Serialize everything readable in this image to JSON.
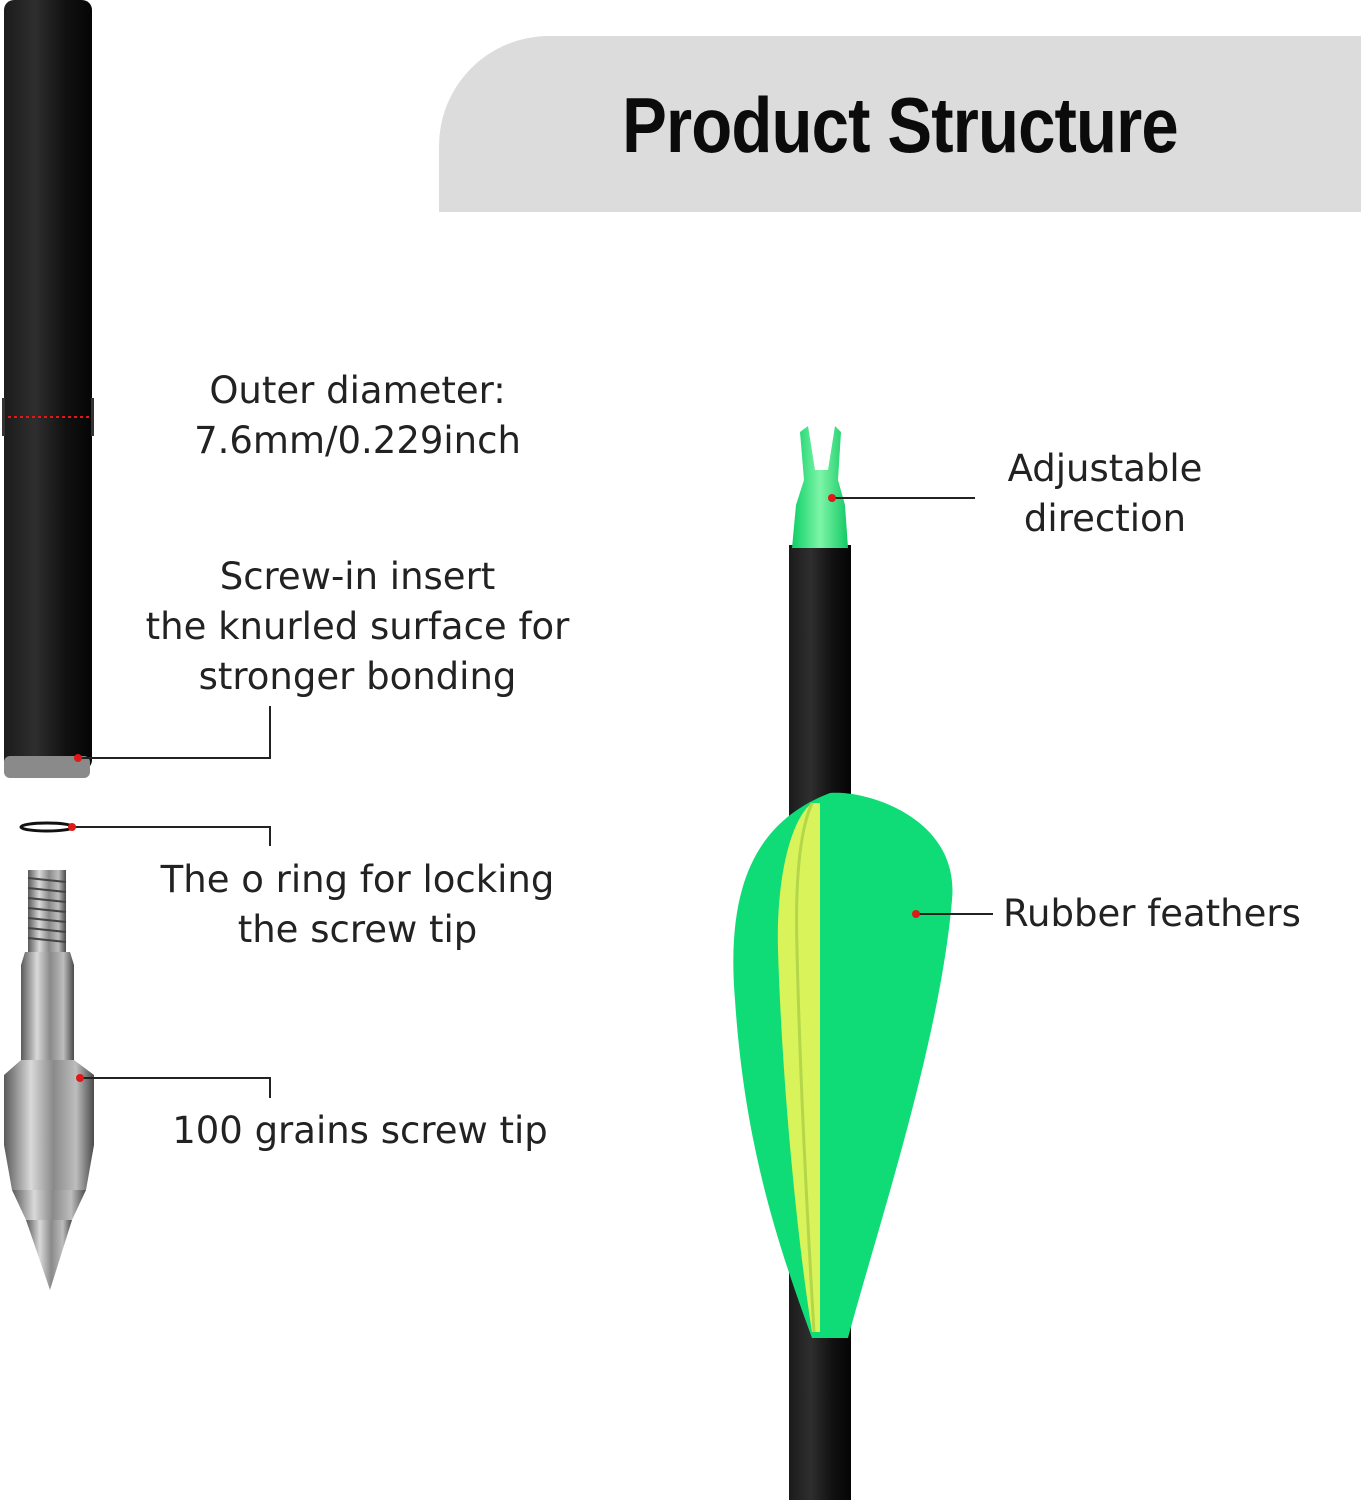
{
  "title": "Product Structure",
  "labels": {
    "outer_diameter": [
      "Outer diameter:",
      "7.6mm/0.229inch"
    ],
    "screw_insert": [
      "Screw-in insert",
      "the knurled surface for",
      "stronger bonding"
    ],
    "o_ring": [
      "The o ring for locking",
      "the screw tip"
    ],
    "screw_tip": "100 grains screw tip",
    "nock": [
      "Adjustable",
      "direction"
    ],
    "feathers": "Rubber feathers"
  },
  "colors": {
    "banner": "#dcdcdc",
    "shaft": "#0e0e0e",
    "vane": "#0fdc76",
    "cock_vane": "#d8f45a",
    "nock": "#27e07a",
    "marker": "#e01818"
  }
}
